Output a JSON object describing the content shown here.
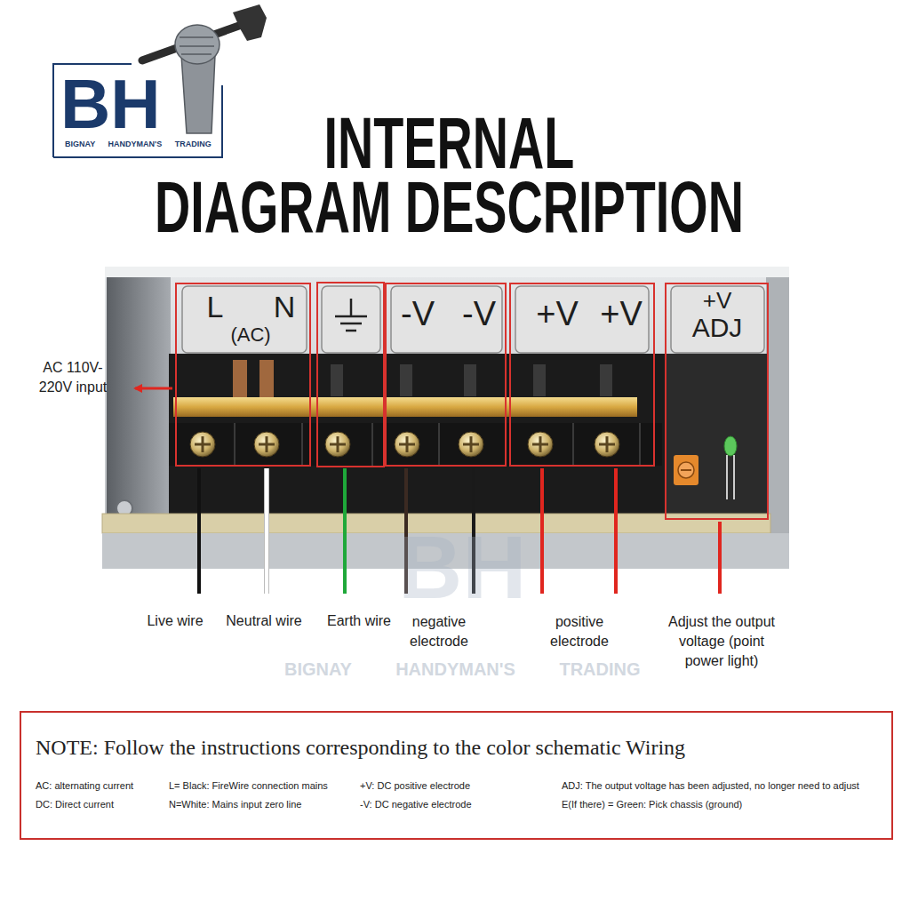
{
  "diagram": {
    "title": "INTERNAL DIAGRAM DESCRIPTION",
    "nodes": [
      {
        "text": [
          "L",
          "N",
          "(AC)"
        ]
      },
      {
        "text": [
          "-V",
          "-V"
        ]
      },
      {
        "text": [
          "+V",
          "+V"
        ]
      },
      {
        "text": [
          "+V",
          "ADJ"
        ]
      },
      {
        "text": [
          "NOTE: Follow the instructions corresponding to the color schematic Wiring",
          "AC: alternating current",
          "L= Black: FireWire connection mains",
          "+V: DC positive electrode",
          "ADJ: The output voltage has been adjusted, no longer need to adjust",
          "DC: Direct current",
          "N=White: Mains input zero line",
          "-V: DC negative electrode",
          "E(If there) = Green: Pick chassis (ground)"
        ]
      }
    ],
    "labels": [
      "BH",
      "BIGNAY HANDYMAN'S TRADING",
      "AC 110V-220V input",
      "Live wire",
      "Neutral wire",
      "Earth wire",
      "negative electrode",
      "positive electrode",
      "Adjust the output voltage (point power light)",
      "BH",
      "BIGNAY HANDYMAN'S TRADING"
    ]
  }
}
